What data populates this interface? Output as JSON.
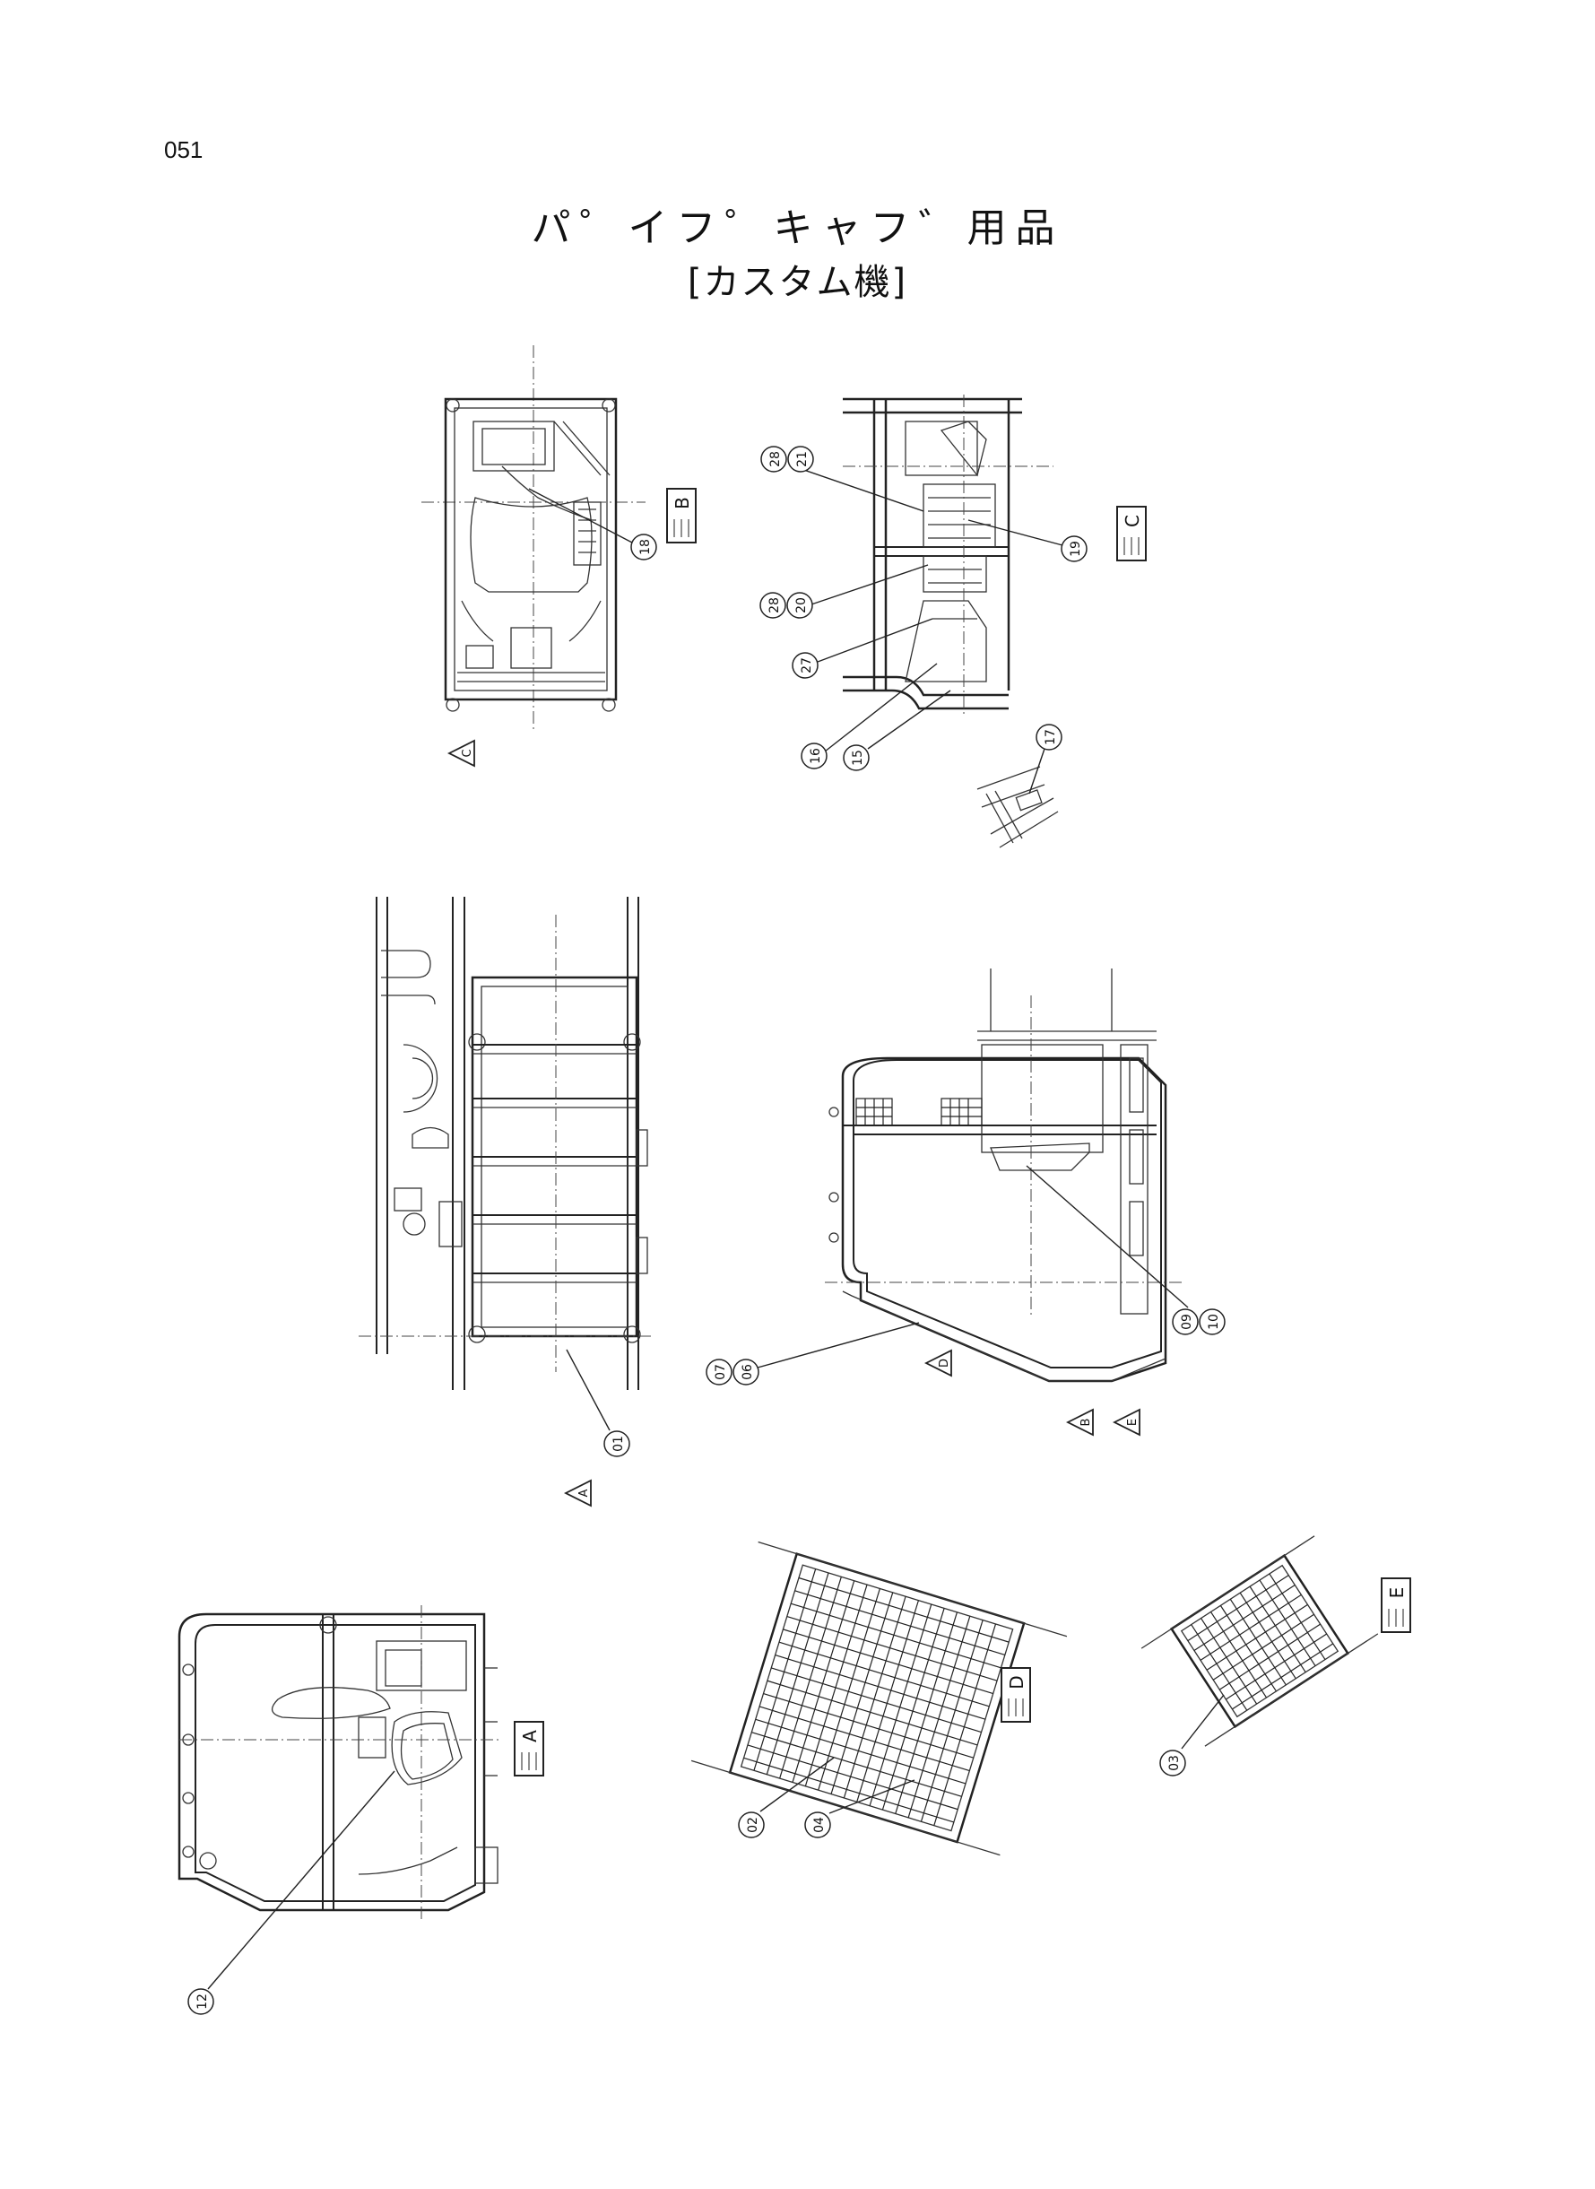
{
  "page_number": "051",
  "title": "パ゜イフ゜キャフ゛用品",
  "subtitle": "[カスタム機]",
  "views": [
    {
      "id": "B",
      "label": "B"
    },
    {
      "id": "C",
      "label": "C"
    },
    {
      "id": "A",
      "label": "A"
    },
    {
      "id": "D",
      "label": "D"
    },
    {
      "id": "E",
      "label": "E"
    }
  ],
  "view_arrows": [
    "C",
    "A",
    "D",
    "B",
    "E"
  ],
  "callouts": [
    "18",
    "28",
    "21",
    "19",
    "28",
    "20",
    "27",
    "16",
    "15",
    "17",
    "01",
    "07",
    "06",
    "09",
    "10",
    "12",
    "02",
    "04",
    "03"
  ]
}
